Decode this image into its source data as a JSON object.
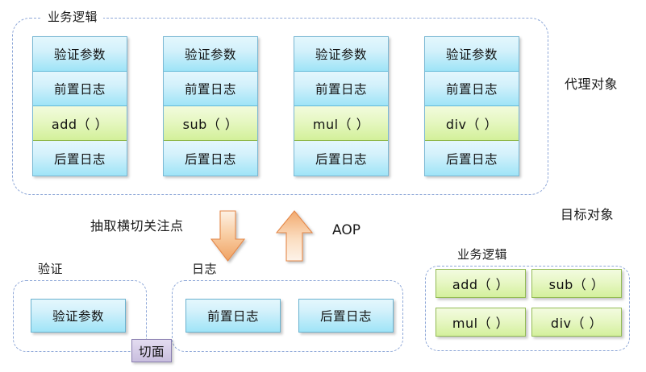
{
  "diagram": {
    "title_concept": "AOP",
    "proxy_section": {
      "group_caption": "业务逻辑",
      "side_label": "代理对象",
      "cards": [
        {
          "rows": [
            "验证参数",
            "前置日志",
            "add（ ）",
            "后置日志"
          ]
        },
        {
          "rows": [
            "验证参数",
            "前置日志",
            "sub（ ）",
            "后置日志"
          ]
        },
        {
          "rows": [
            "验证参数",
            "前置日志",
            "mul（ ）",
            "后置日志"
          ]
        },
        {
          "rows": [
            "验证参数",
            "前置日志",
            "div（ ）",
            "后置日志"
          ]
        }
      ]
    },
    "middle": {
      "extract_label": "抽取横切关注点",
      "aop_label": "AOP",
      "down_arrow_name": "extract-crosscutting-concerns-arrow",
      "up_arrow_name": "aop-weaving-arrow"
    },
    "aspect_section": {
      "badge_label": "切面",
      "validation_group": {
        "caption": "验证",
        "boxes": [
          "验证参数"
        ]
      },
      "logging_group": {
        "caption": "日志",
        "boxes": [
          "前置日志",
          "后置日志"
        ]
      }
    },
    "target_section": {
      "side_label": "目标对象",
      "group_caption": "业务逻辑",
      "methods": [
        "add（ ）",
        "sub（ ）",
        "mul（ ）",
        "div（ ）"
      ]
    },
    "colors": {
      "dashed_border": "#8fa8d8",
      "blue_fill_top": "#e4f7fd",
      "blue_fill_bottom": "#9fe4f7",
      "blue_border": "#6ab2cf",
      "green_fill_top": "#f3fbe0",
      "green_fill_bottom": "#d4f09c",
      "green_border": "#93bb55",
      "arrow_orange": "#f0a868",
      "arrow_orange_border": "#e07f2e",
      "badge_purple": "#c9bede",
      "badge_border": "#8a7fb0",
      "text": "#111111"
    }
  }
}
